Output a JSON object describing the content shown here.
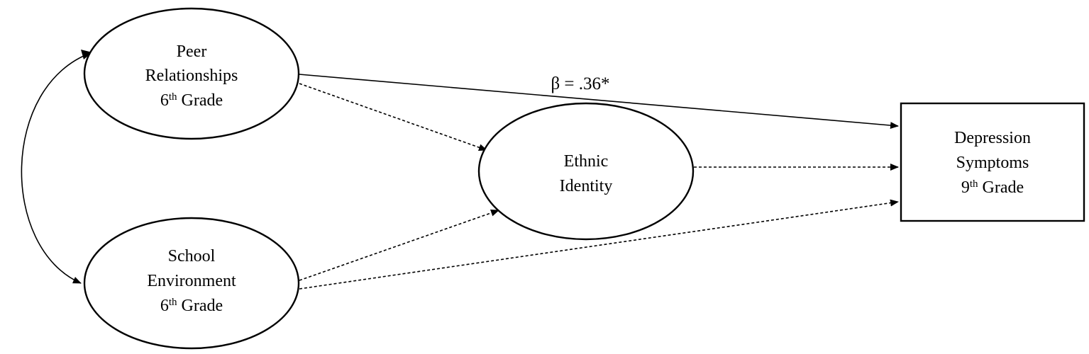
{
  "diagram": {
    "nodes": {
      "peer": {
        "lines": [
          "Peer",
          "Relationships",
          "6th Grade"
        ]
      },
      "school": {
        "lines": [
          "School",
          "Environment",
          "6th Grade"
        ]
      },
      "ethnic": {
        "lines": [
          "Ethnic",
          "Identity"
        ]
      },
      "depression": {
        "lines": [
          "Depression",
          "Symptoms",
          "9th Grade"
        ]
      }
    },
    "superscripts": {
      "peer_grade_num": "6",
      "peer_grade_sup": "th",
      "peer_grade_word": " Grade",
      "school_grade_num": "6",
      "school_grade_sup": "th",
      "school_grade_word": " Grade",
      "dep_grade_num": "9",
      "dep_grade_sup": "th",
      "dep_grade_word": " Grade"
    },
    "labels": {
      "peer_line1": "Peer",
      "peer_line2": "Relationships",
      "school_line1": "School",
      "school_line2": "Environment",
      "ethnic_line1": "Ethnic",
      "ethnic_line2": "Identity",
      "dep_line1": "Depression",
      "dep_line2": "Symptoms"
    },
    "edges": [
      {
        "from": "peer",
        "to": "depression",
        "style": "solid",
        "label": "β = .36*"
      },
      {
        "from": "peer",
        "to": "ethnic",
        "style": "dashed",
        "label": ""
      },
      {
        "from": "school",
        "to": "ethnic",
        "style": "dashed",
        "label": ""
      },
      {
        "from": "ethnic",
        "to": "depression",
        "style": "dashed",
        "label": ""
      },
      {
        "from": "school",
        "to": "depression",
        "style": "dashed",
        "label": ""
      },
      {
        "from": "peer",
        "to": "school",
        "style": "solid-bidirectional",
        "label": ""
      }
    ],
    "edge_label_peer_depression": "β = .36*",
    "colors": {
      "stroke": "#000000",
      "fill": "#ffffff",
      "background": "#ffffff"
    }
  }
}
